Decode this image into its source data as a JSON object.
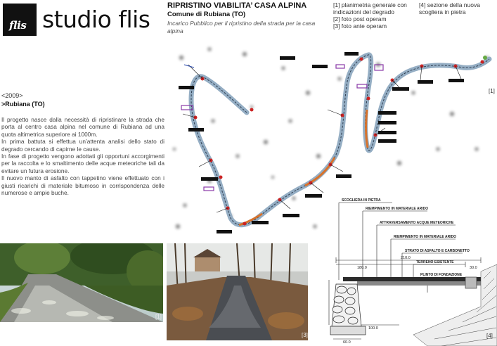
{
  "brand": {
    "logo_text": "flis",
    "studio_name": "studio flis"
  },
  "header": {
    "title": "RIPRISTINO VIABILITA’ CASA ALPINA",
    "subtitle": "Comune di Rubiana (TO)",
    "description": "Incarico Pubblico per il ripristino della strada per la casa alpina"
  },
  "legend": {
    "col1": [
      "[1] planimetria generale con indicazioni del degrado",
      "[2] foto post operam",
      "[3] foto ante operam"
    ],
    "col2": [
      "[4] sezione della nuova scogliera in pietra"
    ]
  },
  "project": {
    "year": "<2009>",
    "place": ">Rubiana (TO)",
    "paragraphs": [
      "Il progetto nasce dalla necessità di ripristinare la strada che porta al centro casa alpina nel comune di Rubiana ad una quota altimetrica superiore ai 1000m.",
      "In prima battuta si effettua un’attenta analisi dello stato di degrado cercando di capirne le cause.",
      "In fase di progetto vengono adottati gli opportuni accorgimenti per la raccolta e lo smaltimento delle acque meteoriche tali da evitare un futura erosione.",
      "Il nuovo manto di asfalto con tappetino viene effettuato con i giusti ricarichi di materiale bitumoso in corrispondenza delle numerose e ampie buche."
    ]
  },
  "figure_tags": {
    "photo_post": "[1]",
    "photo_ante": "[3]",
    "map": "[1]",
    "section": "[4]"
  },
  "section_labels": [
    "SCOGLIERA IN PIETRA",
    "RIEMPIMENTO IN MATERIALE ARIDO",
    "ATTRAVERSAMENTO ACQUE METEORICHE",
    "RIEMPIMENTO IN MATERIALE ARIDO",
    "STRATO DI ASFALTO E CARBONETTO",
    "TERRENO ESISTENTE",
    "PLINTO DI FONDAZIONE"
  ],
  "section_dims": [
    "210.0",
    "180.0",
    "30.0",
    "100.0",
    "60.0"
  ],
  "colors": {
    "road": "#9ab4cc",
    "damage": "#cc2222",
    "label_purple": "#8a3aa8",
    "ink": "#111111"
  }
}
